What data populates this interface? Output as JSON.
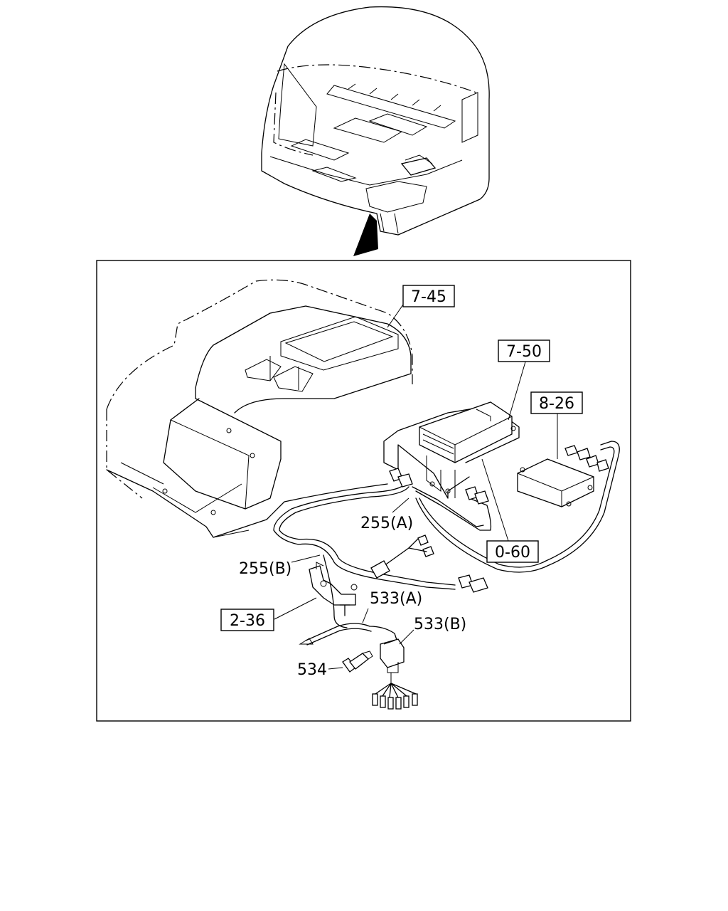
{
  "callouts": {
    "c745": "7-45",
    "c750": "7-50",
    "c826": "8-26",
    "c060": "0-60",
    "c236": "2-36",
    "p255a": "255(A)",
    "p255b": "255(B)",
    "p533a": "533(A)",
    "p533b": "533(B)",
    "p534": "534"
  }
}
